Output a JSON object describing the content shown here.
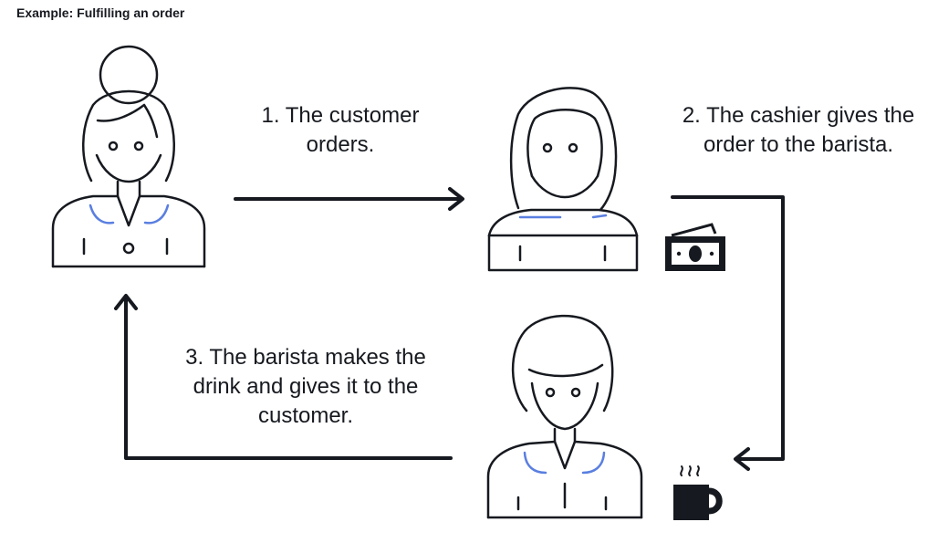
{
  "title": "Example: Fulfilling an order",
  "steps": [
    {
      "line1": "1. The customer",
      "line2": "orders.",
      "line3": ""
    },
    {
      "line1": "2. The cashier gives the",
      "line2": "order to the barista.",
      "line3": ""
    },
    {
      "line1": "3. The barista makes the",
      "line2": "drink and gives it to the",
      "line3": "customer."
    }
  ],
  "actors": [
    "customer-icon",
    "cashier-icon",
    "barista-icon"
  ],
  "icons": [
    "money-icon",
    "coffee-cup-icon"
  ],
  "colors": {
    "ink": "#16191f",
    "accent": "#5a7fe0"
  }
}
